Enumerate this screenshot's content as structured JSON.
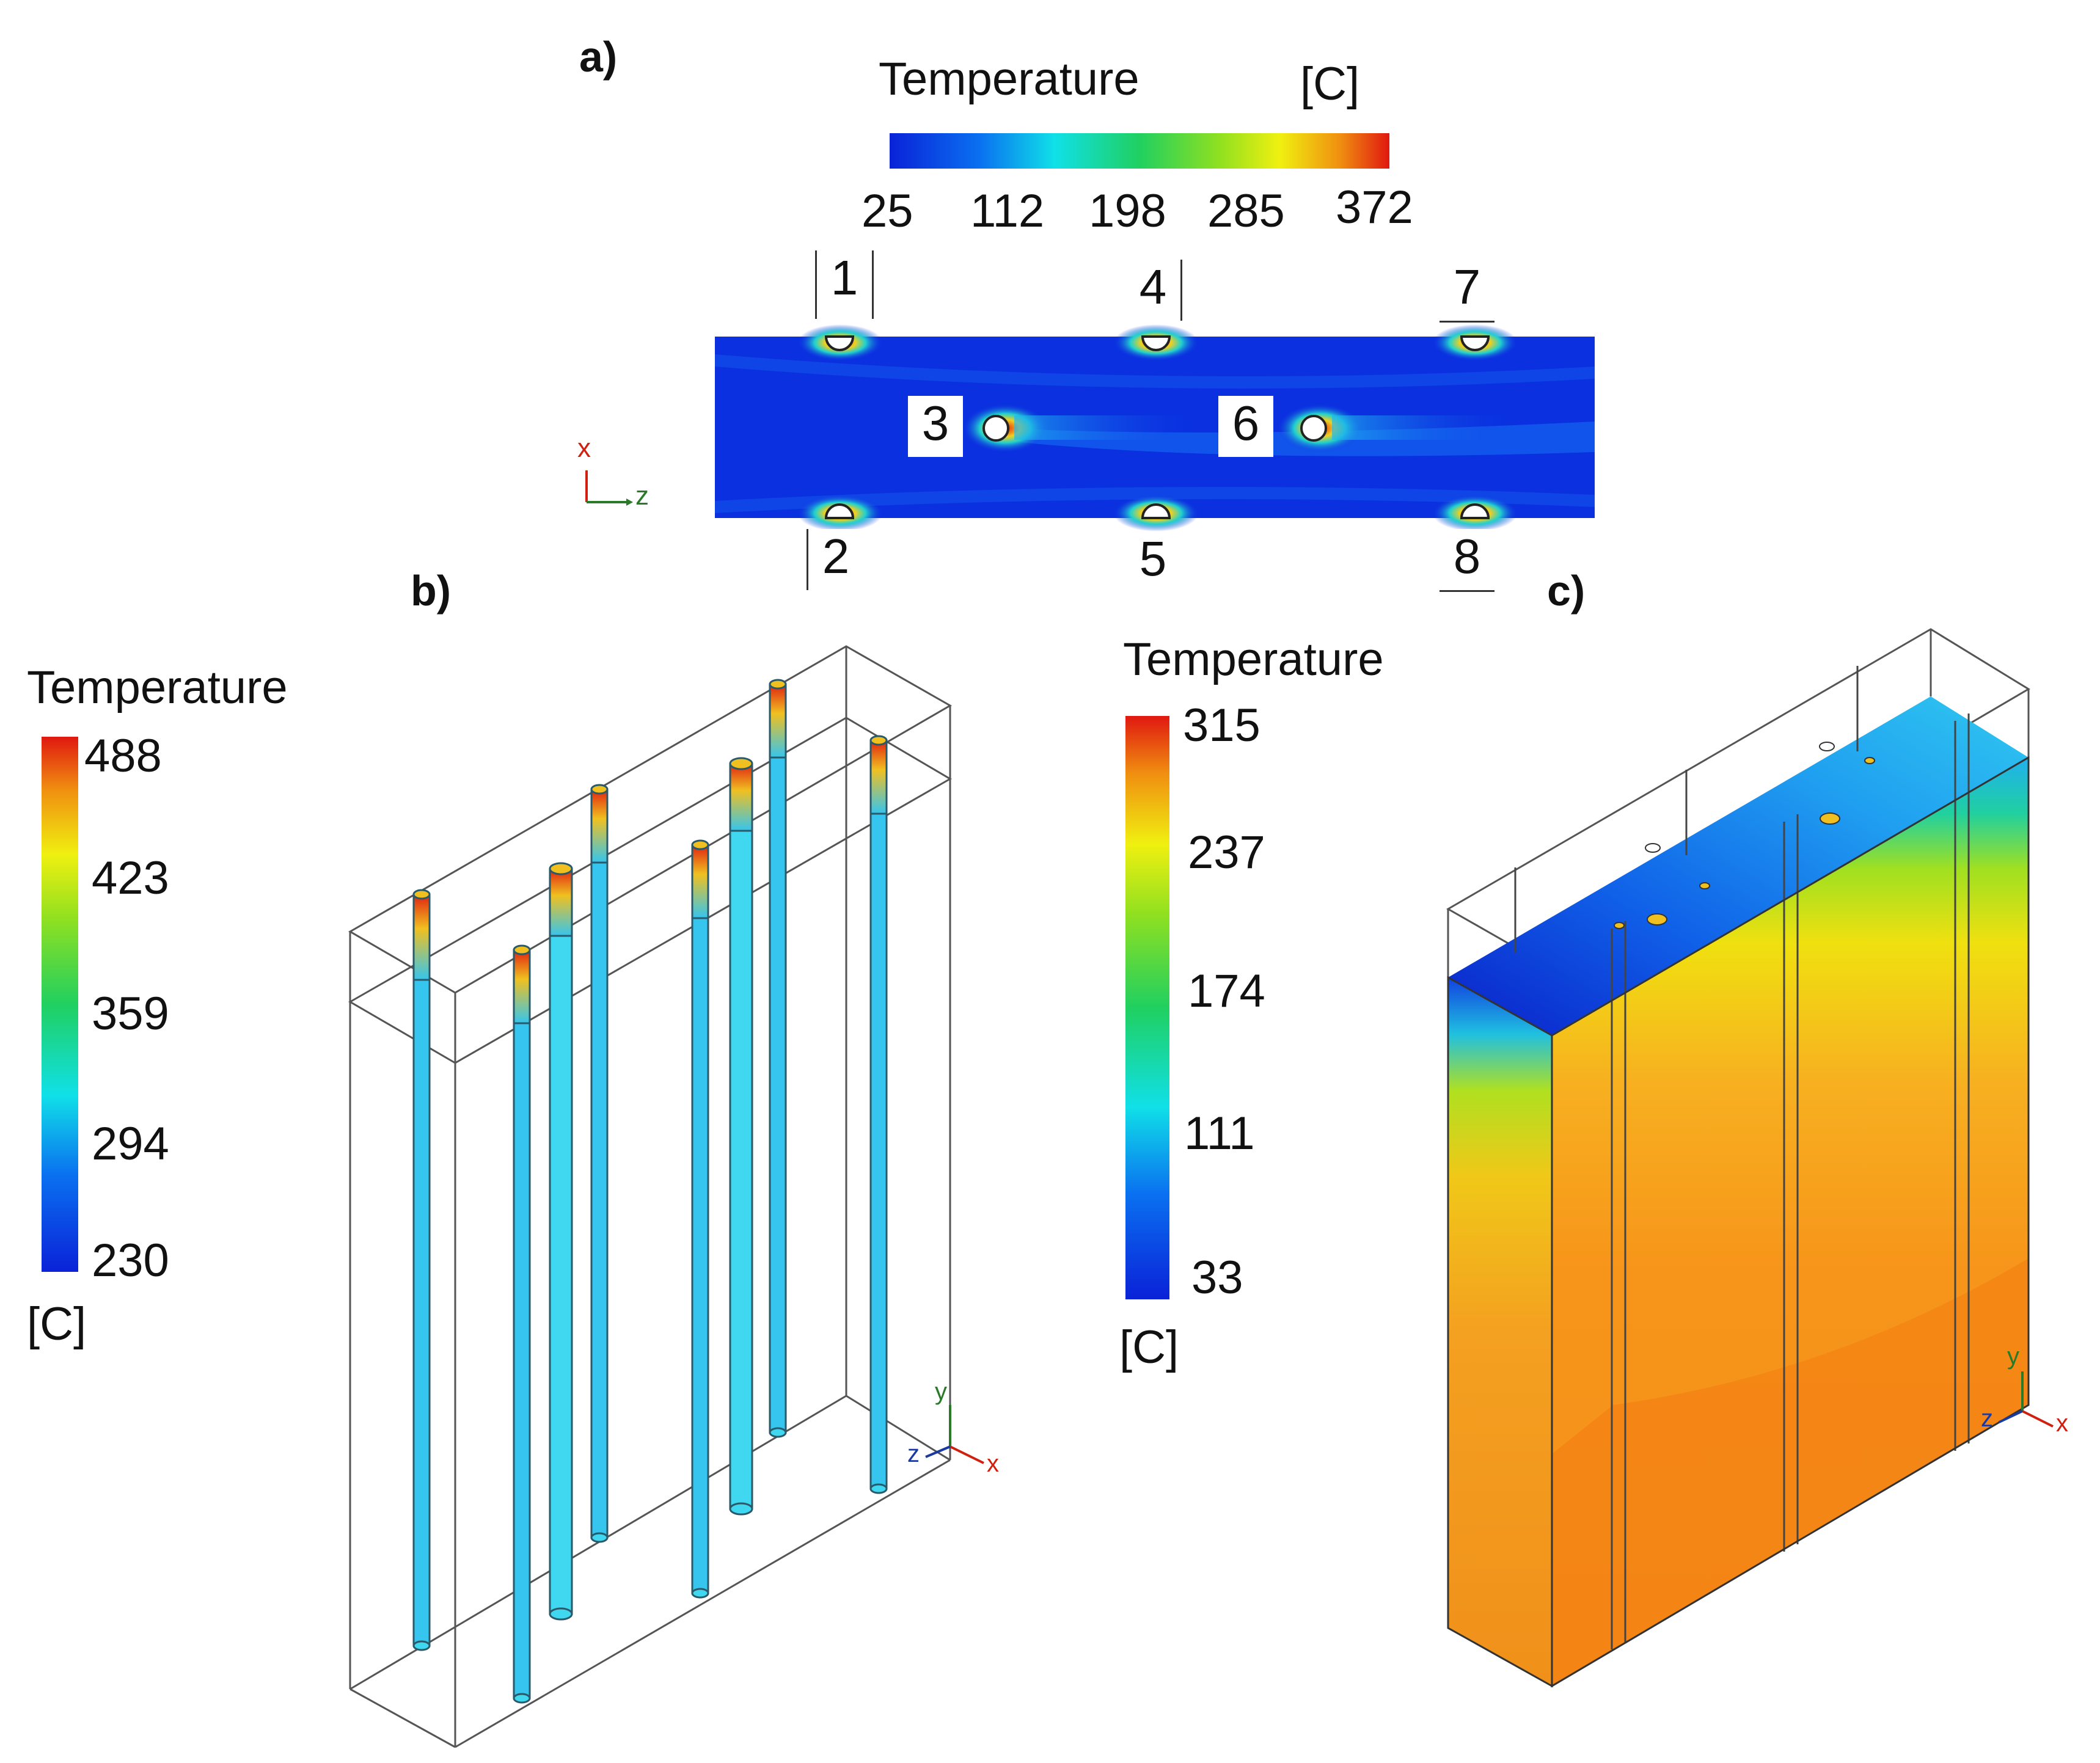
{
  "panel_a": {
    "label": "a)",
    "colorbar": {
      "title": "Temperature",
      "unit": "[C]",
      "ticks": [
        "25",
        "112",
        "198",
        "285",
        "372"
      ],
      "min": 25,
      "max": 372
    },
    "pipe_numbers": [
      "1",
      "2",
      "3",
      "4",
      "5",
      "6",
      "7",
      "8"
    ],
    "axes": {
      "vertical": "x",
      "horizontal": "z"
    }
  },
  "panel_b": {
    "label": "b)",
    "colorbar": {
      "title": "Temperature",
      "unit": "[C]",
      "ticks": [
        "488",
        "423",
        "359",
        "294",
        "230"
      ],
      "min": 230,
      "max": 488
    },
    "axes": {
      "y": "y",
      "z": "z",
      "x": "x"
    }
  },
  "panel_c": {
    "label": "c)",
    "colorbar": {
      "title": "Temperature",
      "unit": "[C]",
      "ticks": [
        "315",
        "237",
        "174",
        "111",
        "33"
      ],
      "min": 33,
      "max": 315
    },
    "axes": {
      "y": "y",
      "z": "z",
      "x": "x"
    }
  },
  "colors": {
    "jet_low": "#1030e0",
    "jet_mid": "#20d0d0",
    "jet_high": "#e02010",
    "hot_block": "#f7911a",
    "pipe_cyan": "#35c5ee"
  }
}
